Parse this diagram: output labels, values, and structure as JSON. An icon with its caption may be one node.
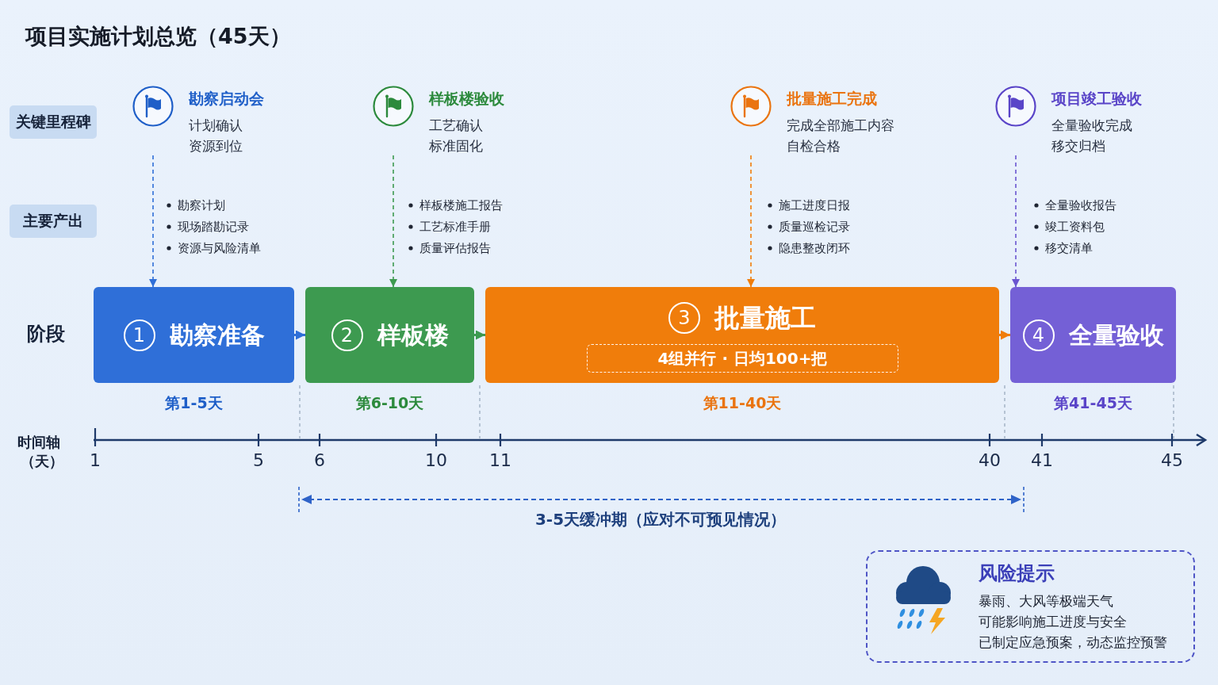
{
  "diagram": {
    "title": "项目实施计划总览（45天）",
    "nodes": [
      {
        "text": [
          "关键里程碑"
        ]
      },
      {
        "text": [
          "勘察启动会",
          "计划确认",
          "资源到位"
        ]
      },
      {
        "text": [
          "样板楼验收",
          "工艺确认",
          "标准固化"
        ]
      },
      {
        "text": [
          "批量施工完成",
          "完成全部施工内容",
          "自检合格"
        ]
      },
      {
        "text": [
          "项目竣工验收",
          "全量验收完成",
          "移交归档"
        ]
      },
      {
        "text": [
          "主要产出"
        ]
      },
      {
        "text": [
          "1",
          "勘察准备"
        ],
        "beside": [
          "第1-5天"
        ]
      },
      {
        "text": [
          "2",
          "样板楼"
        ],
        "beside": [
          "第6-10天"
        ]
      },
      {
        "text": [
          "3",
          "批量施工"
        ],
        "beside": [
          "第11-40天"
        ]
      },
      {
        "text": [
          "4组并行 · 日均100+把"
        ],
        "in": 8
      },
      {
        "text": [
          "4",
          "全量验收"
        ],
        "beside": [
          "第41-45天"
        ]
      },
      {
        "text": [
          "风险提示",
          "暴雨、大风等极端天气",
          "可能影响施工进度与安全",
          "已制定应急预案，动态监控预警"
        ]
      }
    ],
    "edges": [
      {
        "from": 1,
        "to": 6,
        "arrow": "to",
        "style": "dashed",
        "color": "#2f6fd8"
      },
      {
        "from": 2,
        "to": 7,
        "arrow": "to",
        "style": "dashed",
        "color": "#3d9a50"
      },
      {
        "from": 3,
        "to": 8,
        "arrow": "to",
        "style": "dashed",
        "color": "#f07d0b"
      },
      {
        "from": 4,
        "to": 10,
        "arrow": "to",
        "style": "dashed",
        "color": "#6a55d0"
      },
      {
        "from": 6,
        "to": 7,
        "arrow": "to",
        "color": "#2f6fd8"
      },
      {
        "from": 7,
        "to": 8,
        "arrow": "to",
        "color": "#3d9a50"
      },
      {
        "from": 8,
        "to": 10,
        "arrow": "to",
        "color": "#f07d0b"
      }
    ],
    "labels": [
      "勘察计划",
      "现场踏勘记录",
      "资源与风险清单",
      "样板楼施工报告",
      "工艺标准手册",
      "质量评估报告",
      "施工进度日报",
      "质量巡检记录",
      "隐患整改闭环",
      "全量验收报告",
      "竣工资料包",
      "移交清单",
      "阶段",
      "时间轴",
      "（天）",
      "1",
      "5",
      "6",
      "10",
      "11",
      "40",
      "41",
      "45",
      "3-5天缓冲期（应对不可预见情况）"
    ]
  }
}
